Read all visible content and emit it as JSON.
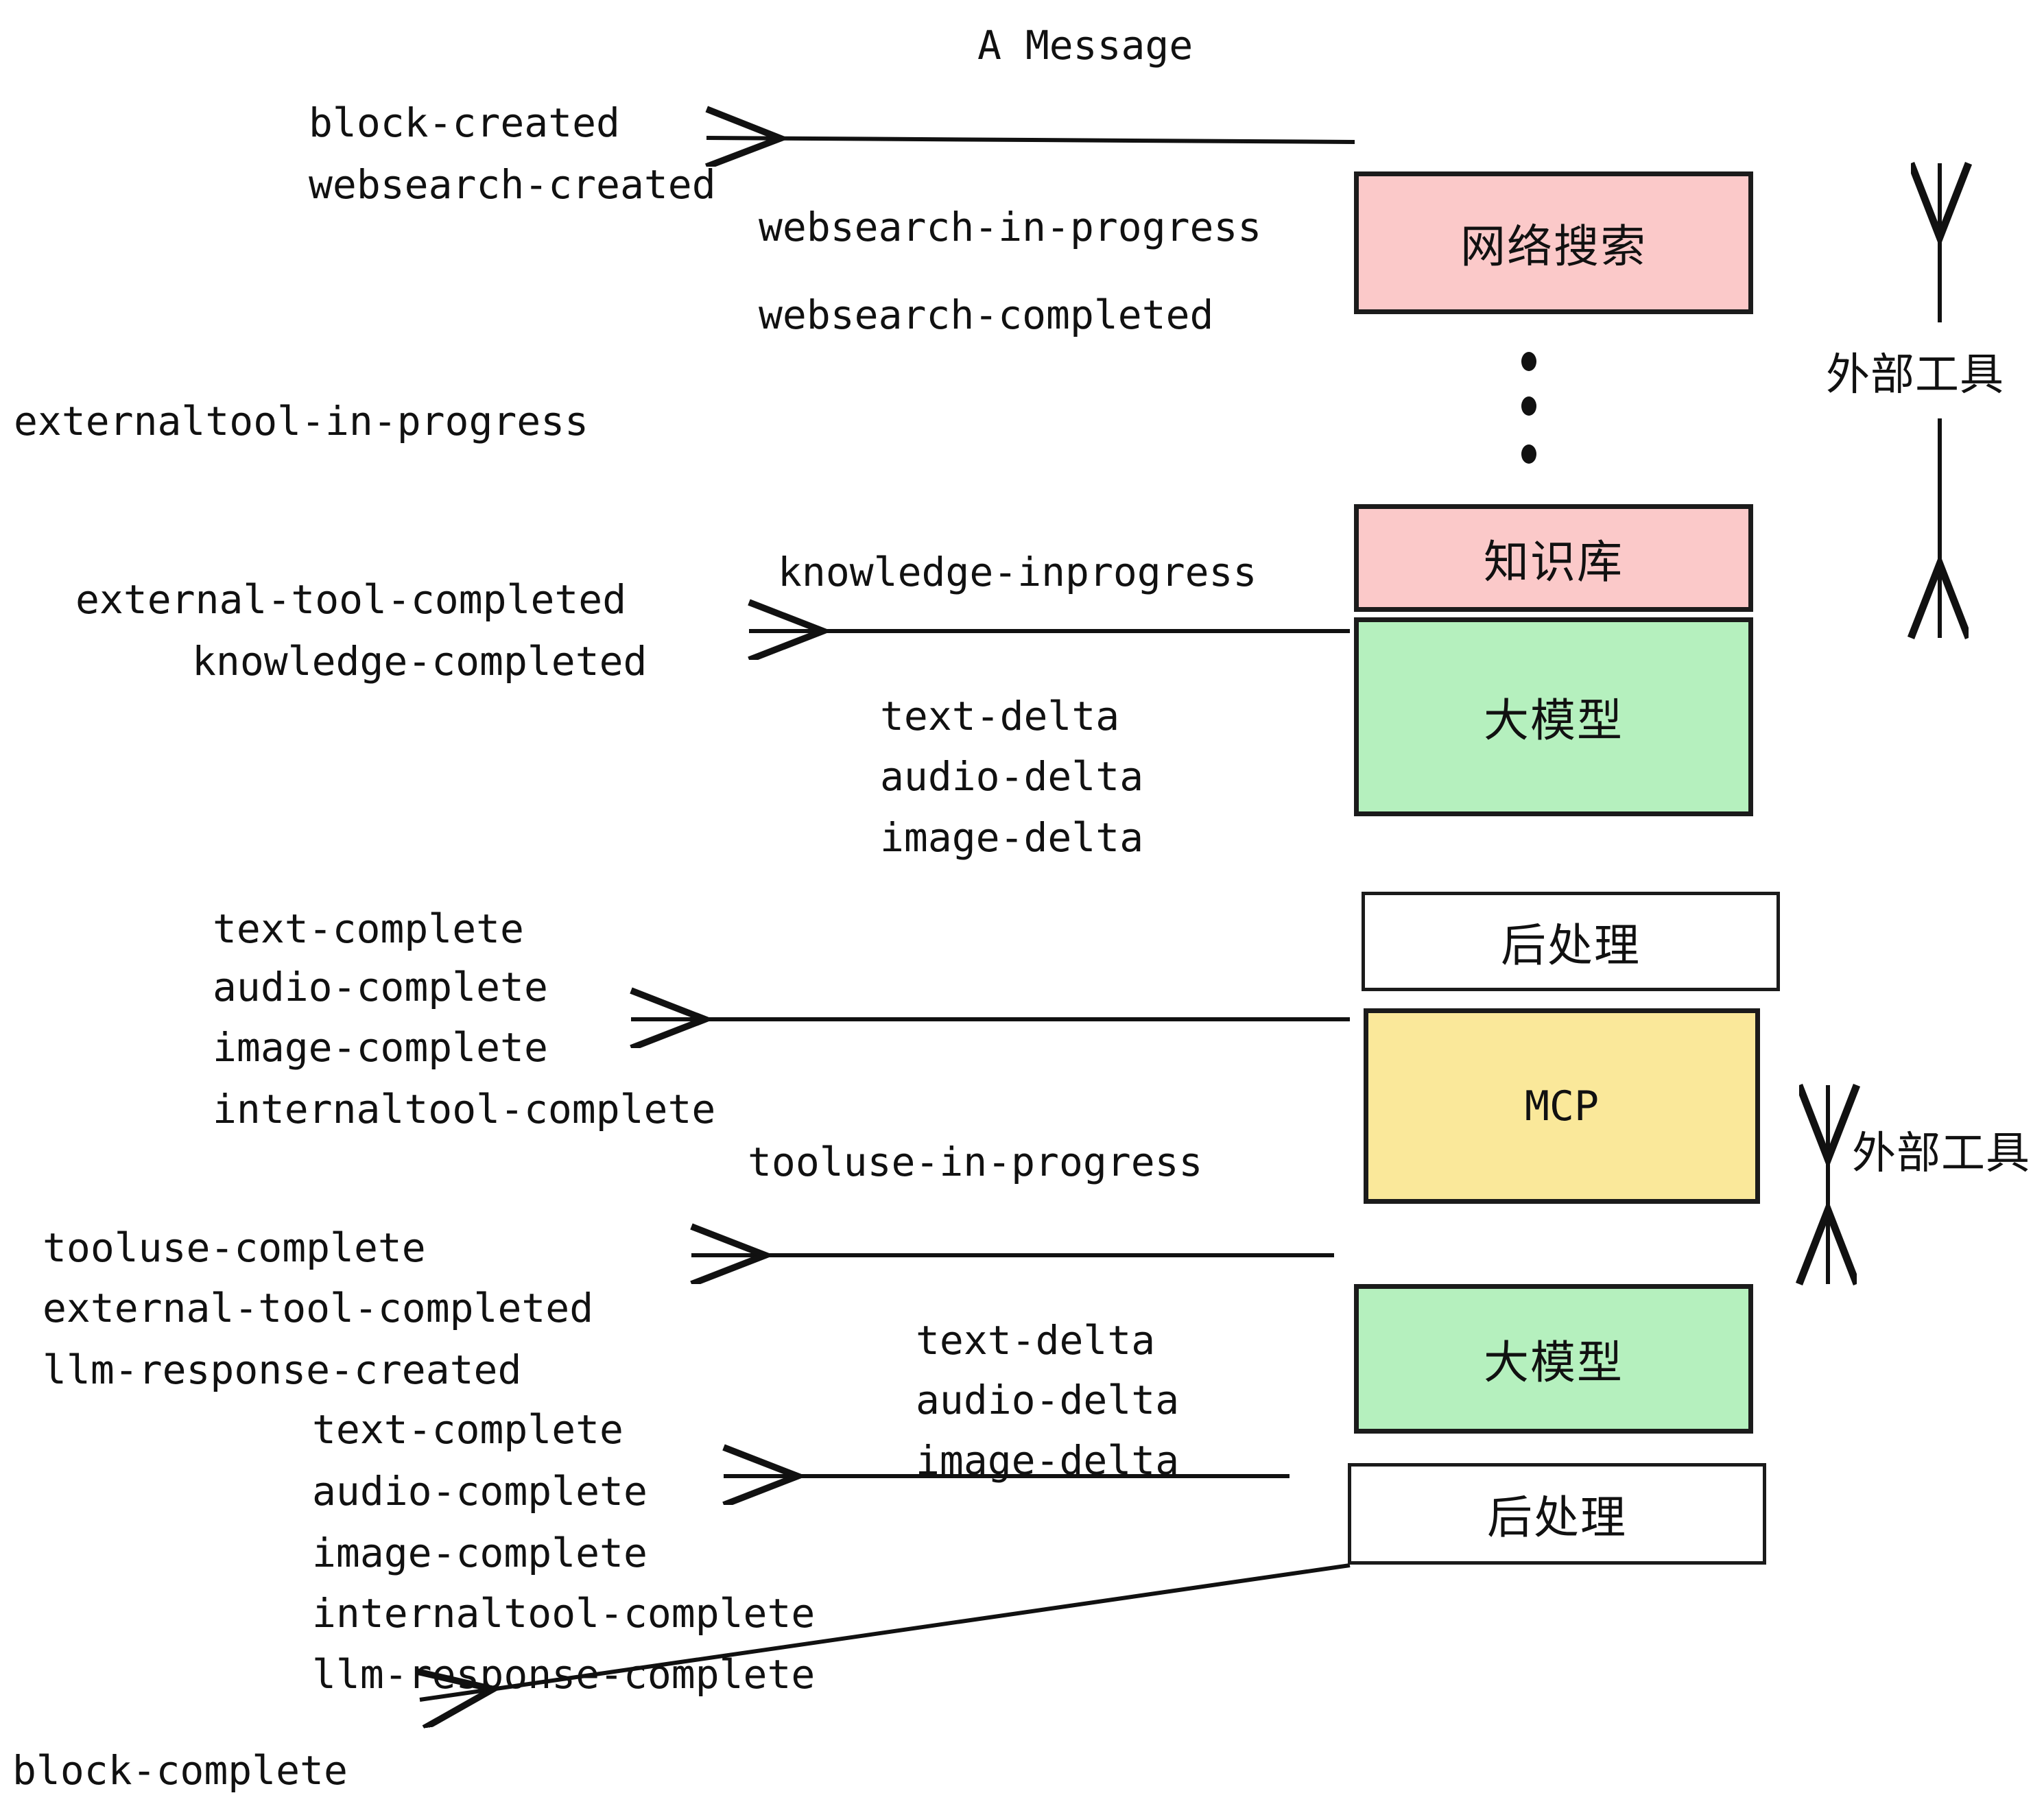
{
  "diagram": {
    "title": "A Message",
    "colors": {
      "pink": "#FBC9C9",
      "green": "#B5F0BE",
      "yellow": "#FAE89A",
      "white": "#FFFFFF",
      "stroke": "#1B1B1B",
      "background": "#FFFFFF"
    },
    "nodes": [
      {
        "id": "websearch",
        "label": "网络搜索",
        "fill": "pink"
      },
      {
        "id": "knowledge",
        "label": "知识库",
        "fill": "pink"
      },
      {
        "id": "llm-1",
        "label": "大模型",
        "fill": "green"
      },
      {
        "id": "postprocess-1",
        "label": "后处理",
        "fill": "white"
      },
      {
        "id": "mcp",
        "label": "MCP",
        "fill": "yellow"
      },
      {
        "id": "llm-2",
        "label": "大模型",
        "fill": "green"
      },
      {
        "id": "postprocess-2",
        "label": "后处理",
        "fill": "white"
      }
    ],
    "side_labels": [
      {
        "id": "external-tools-top",
        "text": "外部工具"
      },
      {
        "id": "external-tools-bottom",
        "text": "外部工具"
      }
    ],
    "events": {
      "block_created": "block-created",
      "websearch_created": "websearch-created",
      "websearch_in_progress": "websearch-in-progress",
      "websearch_completed": "websearch-completed",
      "externaltool_in_progress": "externaltool-in-progress",
      "knowledge_inprogress": "knowledge-inprogress",
      "external_tool_completed_1": "external-tool-completed",
      "knowledge_completed": "knowledge-completed",
      "text_delta_1": "text-delta",
      "audio_delta_1": "audio-delta",
      "image_delta_1": "image-delta",
      "text_complete_1": "text-complete",
      "audio_complete_1": "audio-complete",
      "image_complete_1": "image-complete",
      "internaltool_complete_1": "internaltool-complete",
      "tooluse_in_progress": "tooluse-in-progress",
      "tooluse_complete": "tooluse-complete",
      "external_tool_completed_2": "external-tool-completed",
      "llm_response_created": "llm-response-created",
      "text_delta_2": "text-delta",
      "audio_delta_2": "audio-delta",
      "image_delta_2": "image-delta",
      "text_complete_2": "text-complete",
      "audio_complete_2": "audio-complete",
      "image_complete_2": "image-complete",
      "internaltool_complete_2": "internaltool-complete",
      "llm_response_complete": "llm-response-complete",
      "block_complete": "block-complete"
    }
  }
}
